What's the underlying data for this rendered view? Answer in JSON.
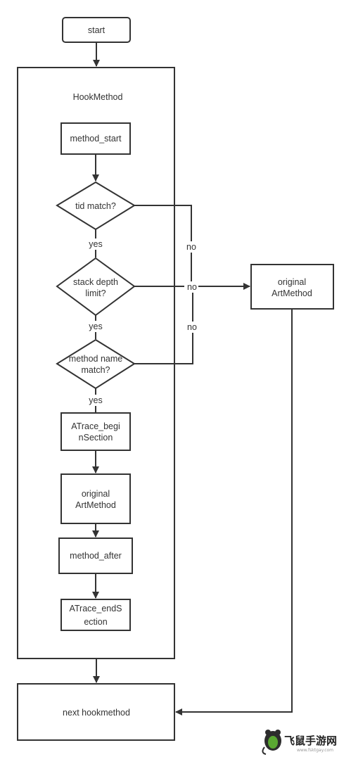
{
  "nodes": {
    "start": "start",
    "container": "HookMethod",
    "method_start": "method_start",
    "tid_match": "tid match?",
    "stack_depth": [
      "stack depth",
      "limit?"
    ],
    "method_name": [
      "method name",
      "match?"
    ],
    "atrace_begin": [
      "ATrace_begi",
      "nSection"
    ],
    "original_inner": [
      "original",
      "ArtMethod"
    ],
    "method_after": "method_after",
    "atrace_end": [
      "ATrace_endS",
      "ection"
    ],
    "original_right": [
      "original",
      "ArtMethod"
    ],
    "next_hook": "next hookmethod"
  },
  "edge_labels": {
    "yes": "yes",
    "no": "no"
  },
  "watermark": {
    "title": "飞鼠手游网",
    "url": "www.fsktgay.com"
  },
  "colors": {
    "stroke": "#333333",
    "text": "#333333",
    "logo_green": "#5aa832"
  }
}
